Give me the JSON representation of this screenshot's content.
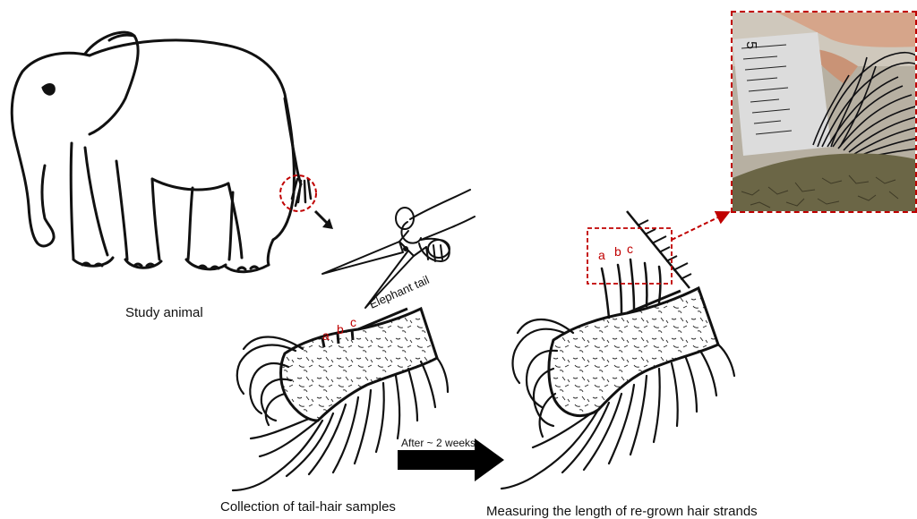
{
  "captions": {
    "study_animal": "Study animal",
    "collection": "Collection of tail-hair samples",
    "measuring": "Measuring the length of re-grown hair strands"
  },
  "labels": {
    "elephant_tail": "Elephant tail",
    "arrow_time": "After ~ 2 weeks",
    "cut_a": "a",
    "cut_b": "b",
    "cut_c": "c",
    "regrown_a": "a",
    "regrown_b": "b",
    "regrown_c": "c",
    "ruler_number": "5"
  },
  "colors": {
    "highlight": "#c00000",
    "ink": "#111111",
    "skin_texture": "#e8e8e8",
    "photo_skin": "#6b6646",
    "photo_ruler": "#d9d9d9"
  }
}
